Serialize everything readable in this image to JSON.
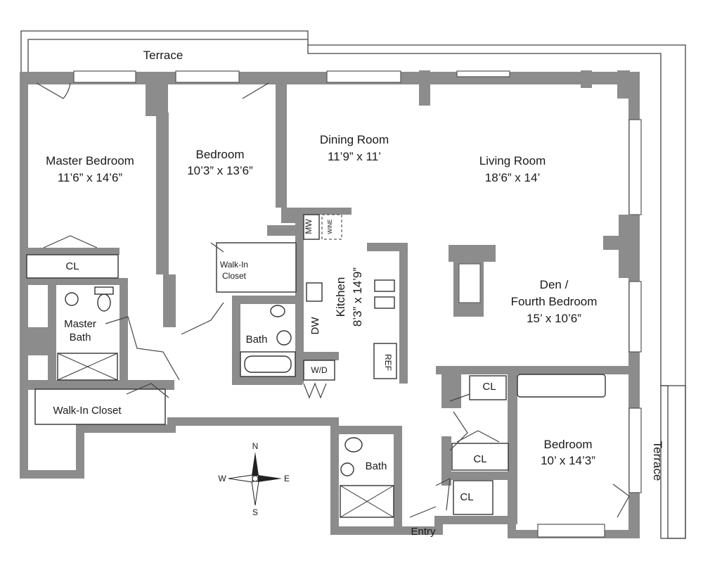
{
  "terrace_top": "Terrace",
  "terrace_right": "Terrace",
  "master_bedroom": {
    "name": "Master Bedroom",
    "dims": "11’6” x 14’6”"
  },
  "bedroom_1": {
    "name": "Bedroom",
    "dims": "10’3” x 13’6”"
  },
  "dining_room": {
    "name": "Dining Room",
    "dims": "11’9” x 11’"
  },
  "living_room": {
    "name": "Living Room",
    "dims": "18’6” x 14’"
  },
  "den": {
    "name_line1": "Den /",
    "name_line2": "Fourth Bedroom",
    "dims": "15’ x 10’6”"
  },
  "bedroom_2": {
    "name": "Bedroom",
    "dims": "10’ x 14’3”"
  },
  "kitchen": {
    "name": "Kitchen",
    "dims": "8’3” x 14’9”"
  },
  "closets": {
    "cl_master": "CL",
    "master_bath_line1": "Master",
    "master_bath_line2": "Bath",
    "walk_in_closet_master": "Walk-In Closet",
    "walk_in_closet_bed_line1": "Walk-In",
    "walk_in_closet_bed_line2": "Closet",
    "bath_1": "Bath",
    "bath_2": "Bath",
    "cl_den": "CL",
    "cl_bed2": "CL",
    "cl_entry": "CL"
  },
  "appliances": {
    "mw": "MW",
    "wine": "WINE",
    "dw": "DW",
    "wd": "W/D",
    "ref": "REF"
  },
  "entry": "Entry",
  "compass": {
    "n": "N",
    "s": "S",
    "e": "E",
    "w": "W"
  }
}
